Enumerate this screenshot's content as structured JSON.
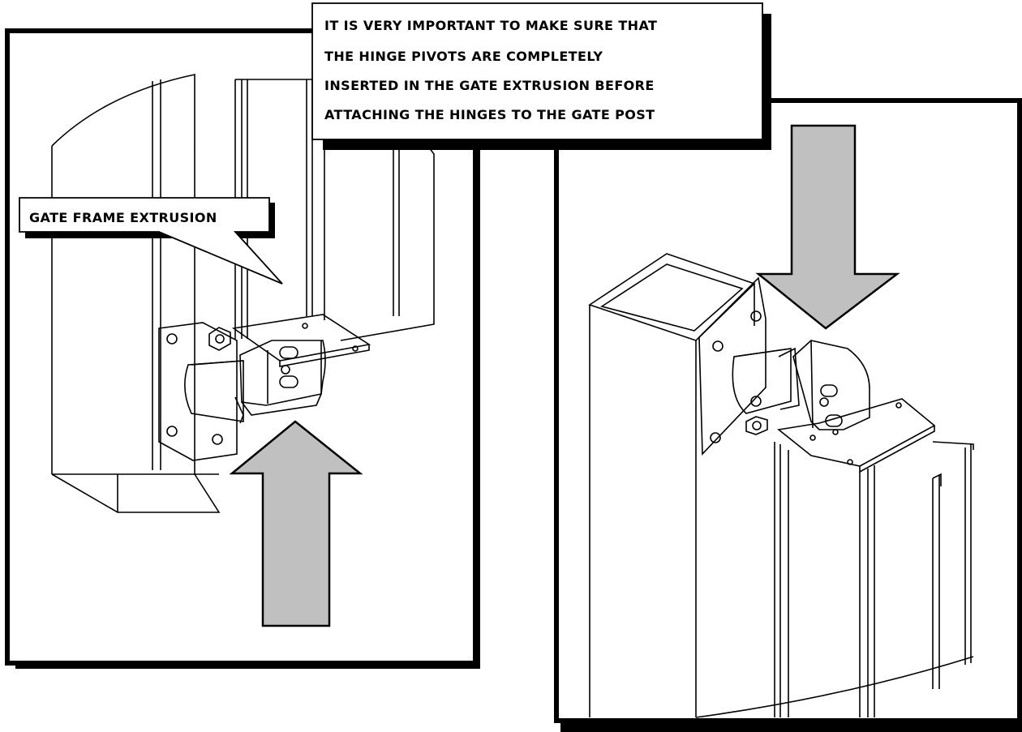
{
  "callouts": {
    "important_note": {
      "lines": [
        "IT IS VERY IMPORTANT TO MAKE SURE THAT",
        "THE HINGE PIVOTS ARE COMPLETELY",
        "INSERTED IN THE GATE EXTRUSION BEFORE",
        "ATTACHING THE HINGES TO THE GATE POST"
      ]
    },
    "gate_frame": {
      "label": "GATE FRAME EXTRUSION"
    }
  },
  "arrows": {
    "left_panel": {
      "direction": "up"
    },
    "right_panel": {
      "direction": "down"
    }
  },
  "colors": {
    "line": "#000000",
    "arrow_fill": "#c0c0c0",
    "background": "#ffffff"
  }
}
